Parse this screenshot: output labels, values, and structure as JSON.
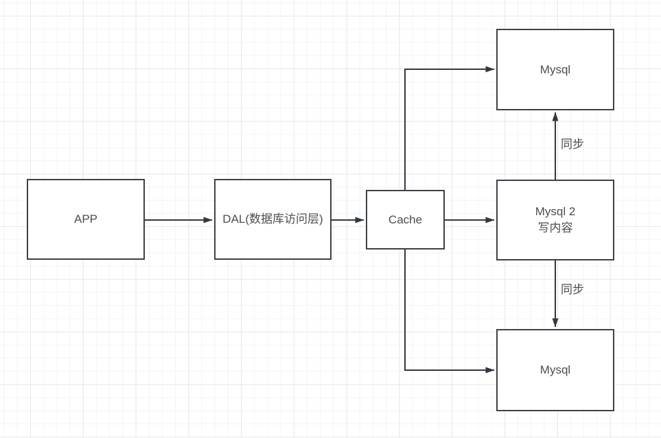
{
  "canvas": {
    "nodes": {
      "app": {
        "label": "APP"
      },
      "dal": {
        "label": "DAL(数据库访问层)"
      },
      "cache": {
        "label": "Cache"
      },
      "mysql_top": {
        "label": "Mysql"
      },
      "mysql2": {
        "label": "Mysql 2",
        "sublabel": "写内容"
      },
      "mysql_bottom": {
        "label": "Mysql"
      }
    },
    "edge_labels": {
      "sync_top": "同步",
      "sync_bottom": "同步"
    },
    "colors": {
      "node_border": "#3b4148",
      "connector": "#33383f",
      "text": "#4d4d4d",
      "grid_minor": "#f4f4f4",
      "grid_major": "#e9e9e9",
      "background": "#ffffff"
    }
  }
}
